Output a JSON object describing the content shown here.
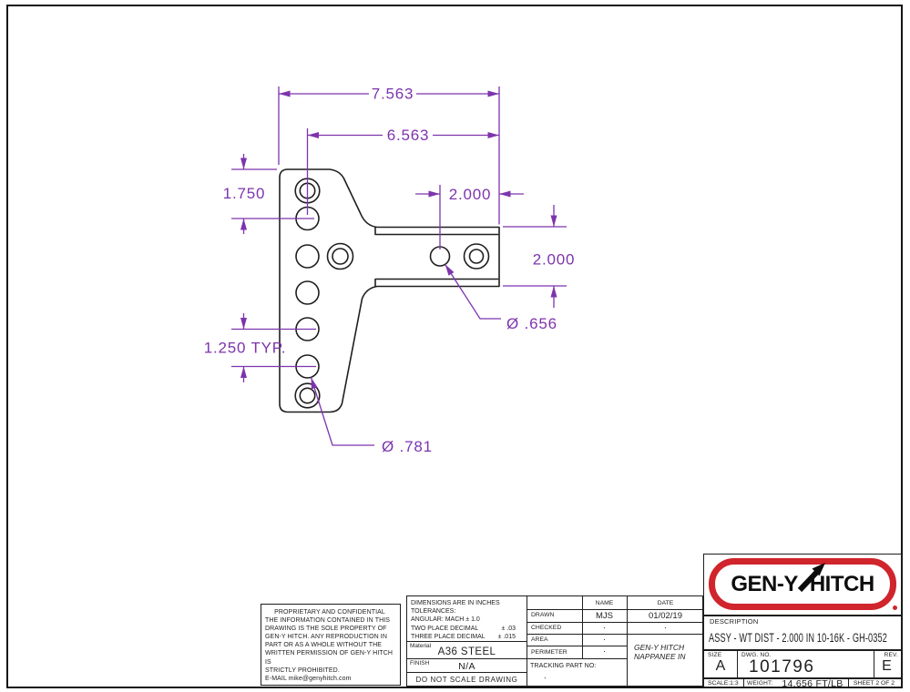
{
  "colors": {
    "dimension": "#7d34ad",
    "line": "#1f1f1f",
    "logo_red": "#d0252c"
  },
  "drawing": {
    "dims": {
      "total_width": "7.563",
      "hole_col_to_end": "6.563",
      "top_edge_to_hole": "1.750",
      "hole_pitch": "1.250 TYP.",
      "end_to_hole": "2.000",
      "arm_height": "2.000",
      "small_hole_dia": "Ø .656",
      "large_hole_dia": "Ø .781"
    }
  },
  "proprietary": {
    "lines": [
      "PROPRIETARY AND CONFIDENTIAL",
      "THE INFORMATION CONTAINED IN THIS",
      "DRAWING IS THE SOLE PROPERTY OF",
      "GEN-Y HITCH. ANY REPRODUCTION IN",
      "PART OR AS A WHOLE WITHOUT THE",
      "WRITTEN PERMISSION OF GEN-Y HITCH IS",
      "STRICTLY PROHIBITED.",
      "E-MAIL mike@genyhitch.com"
    ]
  },
  "tolerances": {
    "header": "DIMENSIONS ARE IN INCHES",
    "sub": "TOLERANCES:",
    "angular": "ANGULAR: MACH ± 1.0",
    "two_place_label": "TWO PLACE DECIMAL",
    "two_place_value": "± .03",
    "three_place_label": "THREE PLACE DECIMAL",
    "three_place_value": "± .015",
    "material_label": "Material",
    "material_value": "A36 STEEL",
    "finish_label": "FINISH",
    "finish_value": "N/A",
    "note": "DO NOT SCALE DRAWING"
  },
  "approvals": {
    "name_header": "NAME",
    "date_header": "DATE",
    "rows": [
      {
        "label": "DRAWN",
        "name": "MJS",
        "date": "01/02/19"
      },
      {
        "label": "CHECKED",
        "name": ".",
        "date": "."
      },
      {
        "label": "AREA",
        "name": "."
      },
      {
        "label": "PERIMETER",
        "name": "."
      }
    ],
    "tracking_label": "TRACKING PART NO:",
    "tracking_value": ".",
    "company_line1": "GEN-Y HITCH",
    "company_line2": "NAPPANEE IN"
  },
  "title_block": {
    "logo_left": "GEN-Y",
    "logo_right": "HITCH",
    "description_label": "DESCRIPTION",
    "description": "ASSY - WT DIST - 2.000 IN 10-16K - GH-0352",
    "size_label": "SIZE",
    "size_value": "A",
    "dwg_label": "DWG.  NO.",
    "dwg_value": "101796",
    "rev_label": "REV.",
    "rev_value": "E",
    "scale_label": "SCALE:1:3",
    "weight_label": "WEIGHT:",
    "weight_value": "14.656  FT/LB",
    "sheet_label": "SHEET 2 OF 2"
  }
}
